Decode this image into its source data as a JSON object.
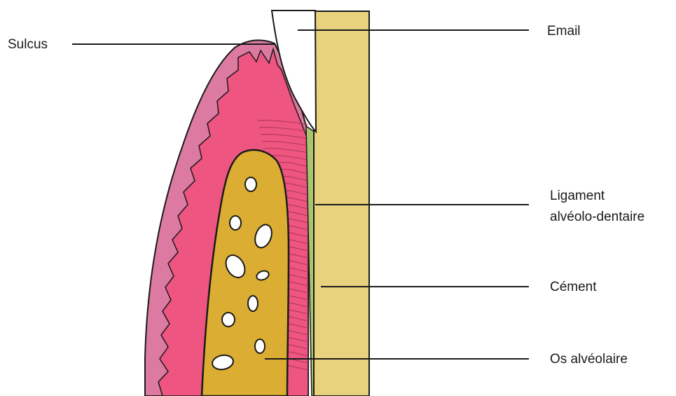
{
  "labels": {
    "sulcus": "Sulcus",
    "email": "Email",
    "ligament_line1": "Ligament",
    "ligament_line2": "alvéolo-dentaire",
    "cement": "Cément",
    "os": "Os alvéolaire"
  },
  "colors": {
    "gingiva_outer": "#dc7aa2",
    "gingiva_inner": "#ee5581",
    "bone": "#dcad33",
    "tooth": "#e8d27e",
    "enamel": "#ffffff",
    "cement": "#a8c56e",
    "outline": "#1a1a1a",
    "fibers": "#b03a55",
    "bone_pores": "#ffffff"
  }
}
